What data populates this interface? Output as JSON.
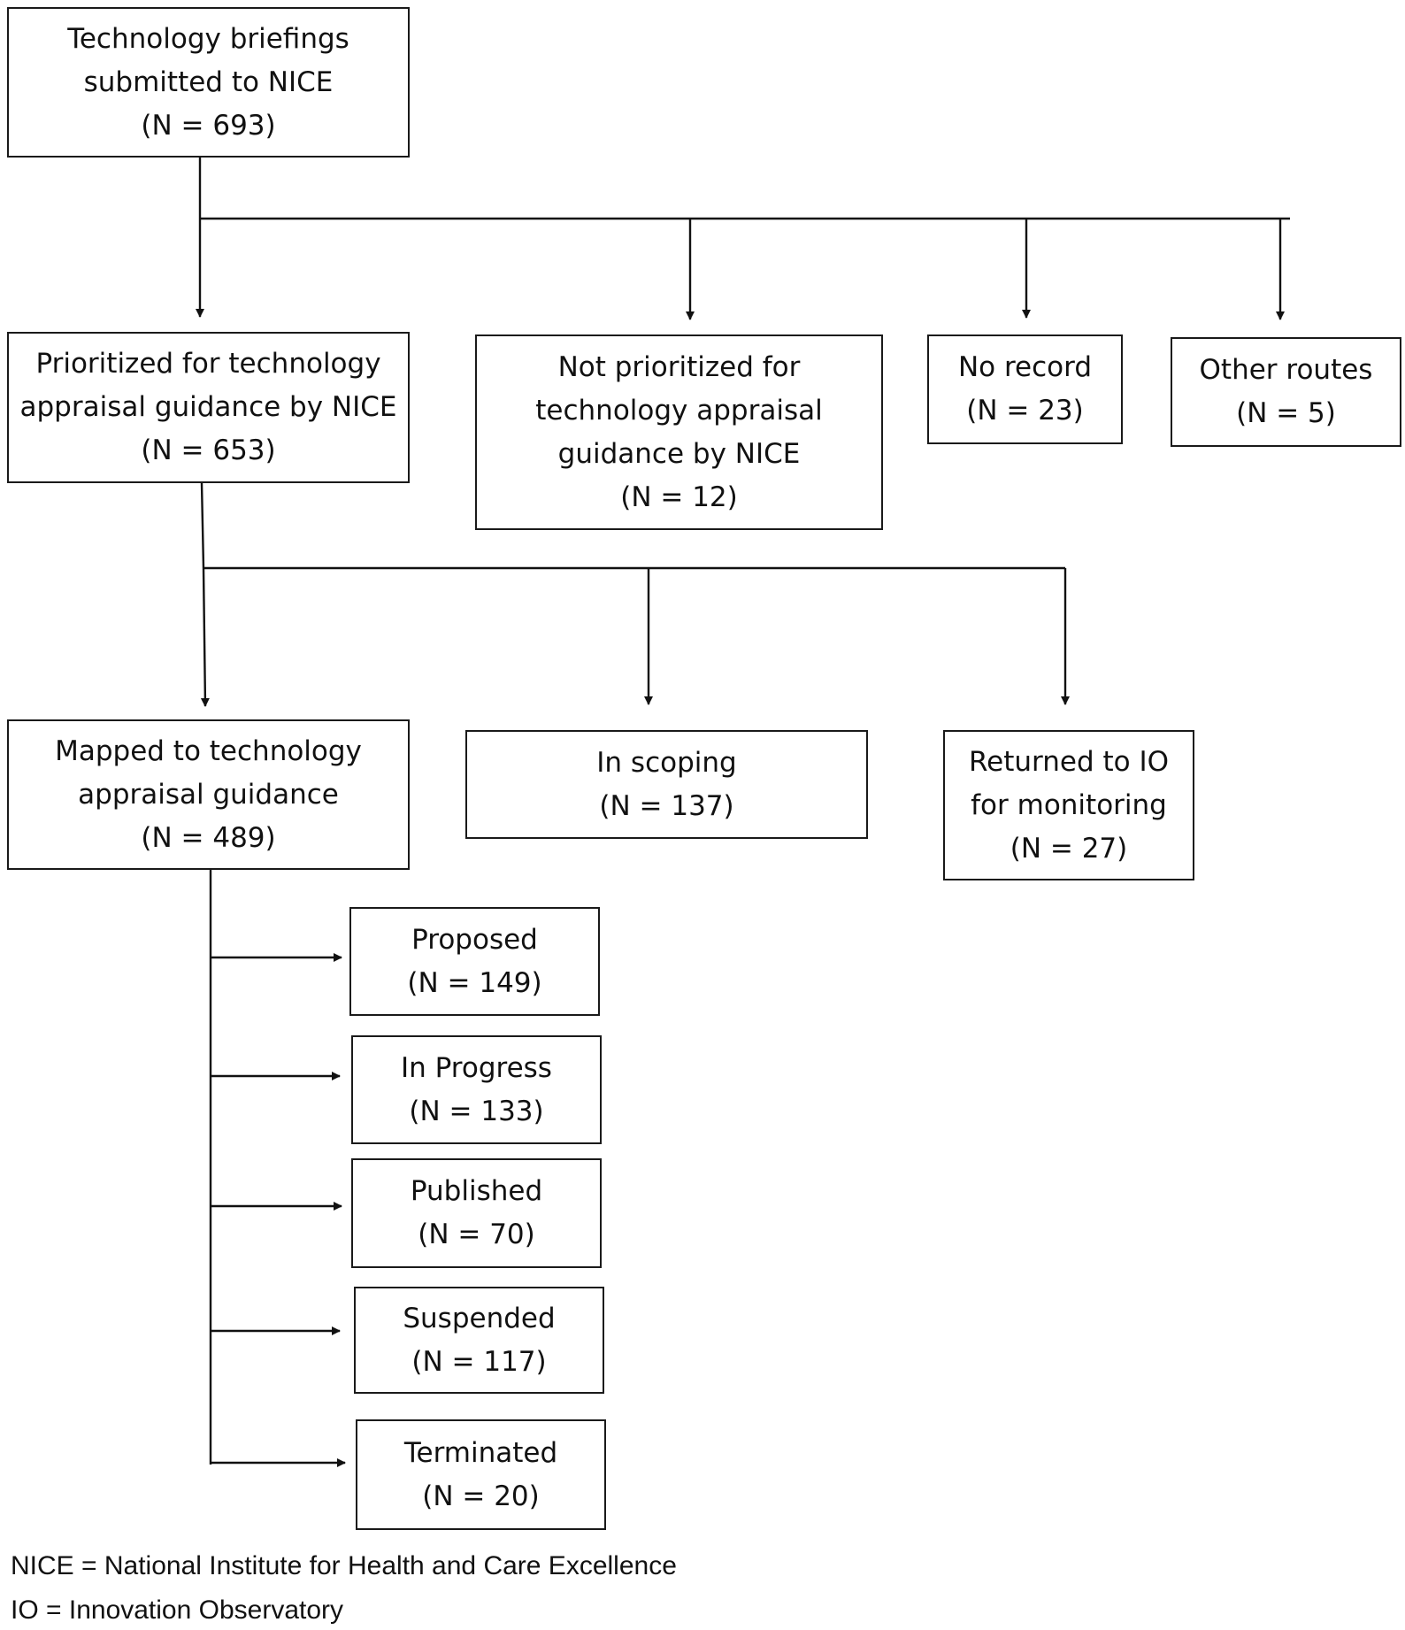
{
  "boxes": {
    "submitted": {
      "lines": [
        "Technology briefings",
        "submitted to NICE",
        "(N = 693)"
      ]
    },
    "prioritized": {
      "lines": [
        "Prioritized for technology",
        "appraisal guidance by NICE",
        "(N = 653)"
      ]
    },
    "not_prioritized": {
      "lines": [
        "Not prioritized for",
        "technology appraisal",
        "guidance by NICE",
        "(N = 12)"
      ]
    },
    "no_record": {
      "lines": [
        "No record",
        "(N = 23)"
      ]
    },
    "other_routes": {
      "lines": [
        "Other routes",
        "(N = 5)"
      ]
    },
    "mapped": {
      "lines": [
        "Mapped to technology",
        "appraisal guidance",
        "(N = 489)"
      ]
    },
    "in_scoping": {
      "lines": [
        "In scoping",
        "(N = 137)"
      ]
    },
    "returned_io": {
      "lines": [
        "Returned to IO",
        "for monitoring",
        "(N = 27)"
      ]
    },
    "proposed": {
      "lines": [
        "Proposed",
        "(N = 149)"
      ]
    },
    "in_progress": {
      "lines": [
        "In Progress",
        "(N = 133)"
      ]
    },
    "published": {
      "lines": [
        "Published",
        "(N = 70)"
      ]
    },
    "suspended": {
      "lines": [
        "Suspended",
        "(N = 117)"
      ]
    },
    "terminated": {
      "lines": [
        "Terminated",
        "(N = 20)"
      ]
    }
  },
  "legend": {
    "nice": "NICE = National Institute for Health and Care Excellence",
    "io": "IO = Innovation Observatory"
  }
}
